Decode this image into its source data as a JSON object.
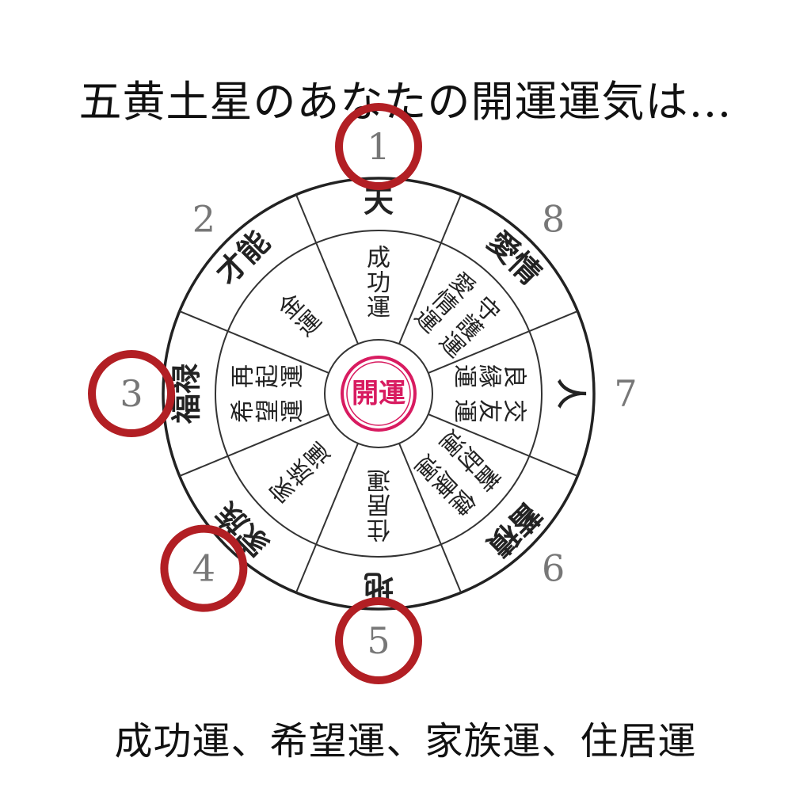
{
  "title": "五黄土星のあなたの開運運気は…",
  "summary": "成功運、希望運、家族運、住居運",
  "seal_text": "開運",
  "highlight_color": "#b21f24",
  "seal_color": "#d81b60",
  "sectors": [
    {
      "number": "1",
      "outer": "天",
      "inner": [
        "成功運"
      ],
      "highlighted": true
    },
    {
      "number": "8",
      "outer": "愛情",
      "inner": [
        "守護運",
        "愛情運"
      ],
      "highlighted": false
    },
    {
      "number": "7",
      "outer": "人",
      "inner": [
        "交友運",
        "良縁運"
      ],
      "highlighted": false
    },
    {
      "number": "6",
      "outer": "蓄積",
      "inner": [
        "健康運",
        "蓄財運"
      ],
      "highlighted": false
    },
    {
      "number": "5",
      "outer": "地",
      "inner": [
        "住居運"
      ],
      "highlighted": true
    },
    {
      "number": "4",
      "outer": "家族",
      "inner": [
        "家族運"
      ],
      "highlighted": true
    },
    {
      "number": "3",
      "outer": "福禄",
      "inner": [
        "再起運",
        "希望運"
      ],
      "highlighted": true
    },
    {
      "number": "2",
      "outer": "才能",
      "inner": [
        "金運"
      ],
      "highlighted": false
    }
  ]
}
